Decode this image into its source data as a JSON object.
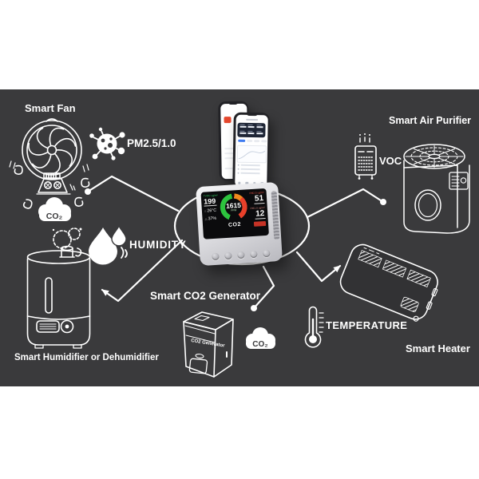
{
  "colors": {
    "background_dark": "#3a3a3c",
    "line_white": "#ffffff",
    "screen_green": "#2dc33e",
    "screen_red": "#e8402a",
    "screen_orange": "#f08a1d",
    "alarm_red": "#c63326",
    "app_logo_orange": "#e5472d",
    "app_pill_blue": "#3f7bf0"
  },
  "devices": {
    "fan": {
      "label": "Smart Fan"
    },
    "air_purifier": {
      "label": "Smart Air Purifier"
    },
    "humidifier": {
      "label": "Smart Humidifier or Dehumidifier"
    },
    "co2_generator": {
      "label": "Smart CO2 Generator",
      "device_text": "CO2 Generator"
    },
    "heater": {
      "label": "Smart Heater"
    }
  },
  "metrics": {
    "pm": "PM2.5/1.0",
    "voc": "VOC",
    "humidity": "HUMIDITY",
    "temperature": "TEMPERATURE",
    "co2_cloud_left": "CO₂",
    "co2_cloud_right": "CO₂"
  },
  "monitor_display": {
    "tvoc_label": "TVOC ug/m³",
    "tvoc_value": "199",
    "temperature_value": "26°C",
    "humidity_value": "37%",
    "co2_value": "1615",
    "co2_unit": "PPM",
    "co2_label": "CO2",
    "pm25_label": "PM2.5 ug/m³",
    "pm25_value": "51",
    "pm1_label": "PM1.0 ug/m³",
    "pm1_value": "12"
  }
}
